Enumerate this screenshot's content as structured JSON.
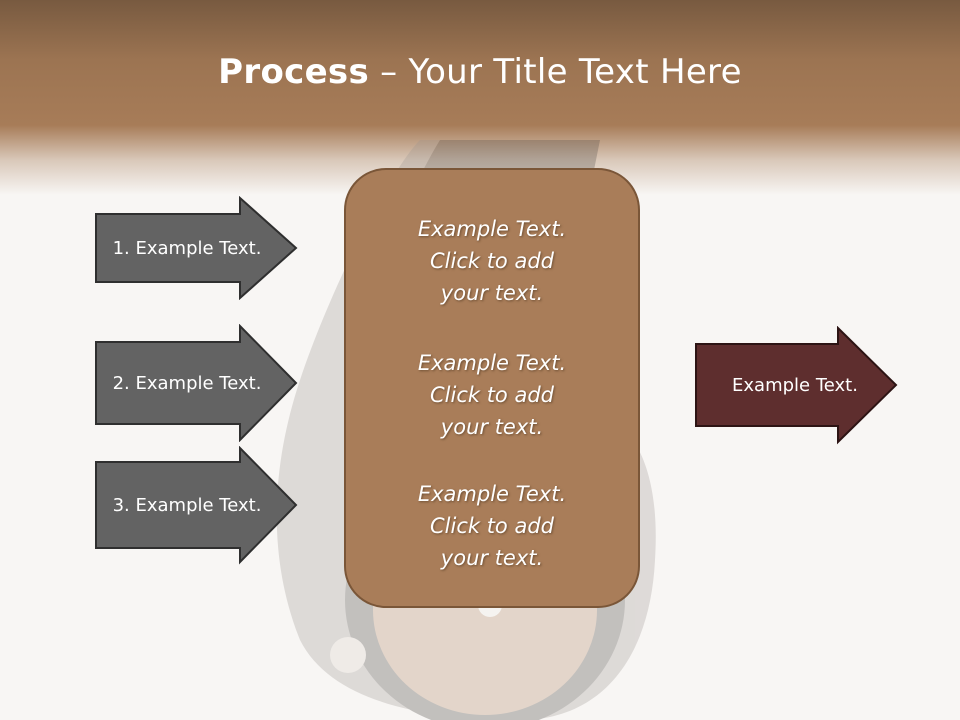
{
  "slide": {
    "title_bold": "Process",
    "title_rest": " – Your Title Text Here"
  },
  "left_arrows": [
    {
      "label": "1. Example Text."
    },
    {
      "label": "2. Example Text."
    },
    {
      "label": "3. Example Text."
    }
  ],
  "center_box": {
    "blocks": [
      {
        "line1": "Example Text.",
        "line2": "Click  to add",
        "line3": "your text."
      },
      {
        "line1": "Example Text.",
        "line2": "Click  to add",
        "line3": "your text."
      },
      {
        "line1": "Example Text.",
        "line2": "Click  to add",
        "line3": "your text."
      }
    ]
  },
  "right_arrow": {
    "label": "Example Text."
  },
  "colors": {
    "header": "#a77c58",
    "left_arrow_fill": "#636363",
    "center_fill": "#a97d59",
    "right_arrow_fill": "#5e2e2e"
  }
}
